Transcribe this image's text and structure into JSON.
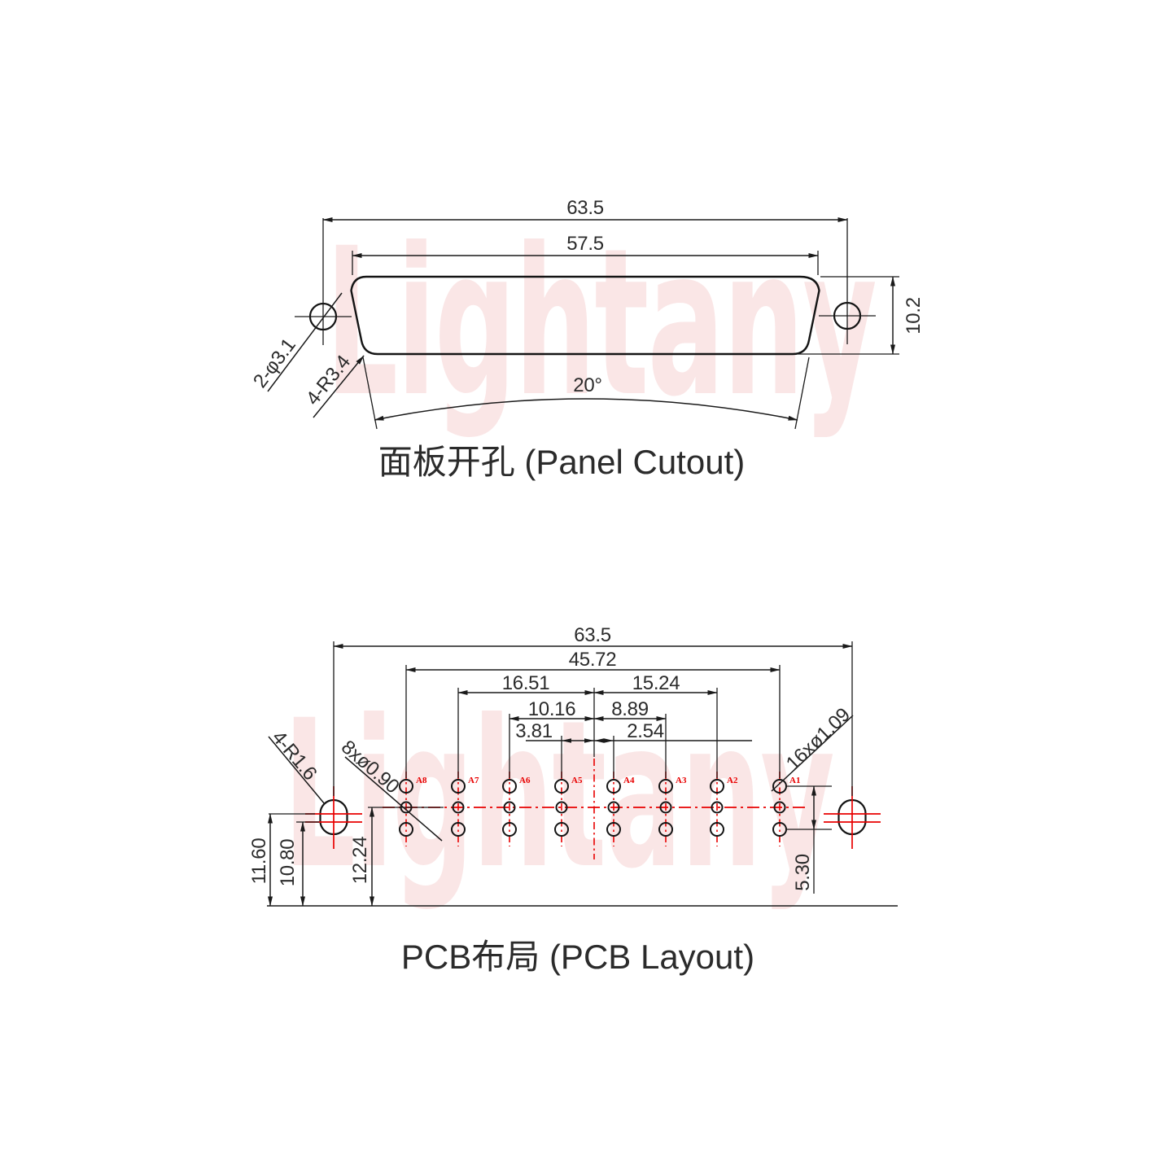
{
  "watermark": {
    "text": "Lightany"
  },
  "colors": {
    "line": "#1a1a1a",
    "accent_red": "#e80000",
    "text": "#2b2b2b",
    "watermark_pink": "rgba(222,84,84,0.15)"
  },
  "panel_cutout": {
    "title": "面板开孔 (Panel Cutout)",
    "dim_outer_width": "63.5",
    "dim_cutout_width": "57.5",
    "dim_height": "10.2",
    "dim_angle": "20°",
    "label_mount_holes": "2-φ3.1",
    "label_corner_radius": "4-R3.4"
  },
  "pcb_layout": {
    "title": "PCB布局 (PCB Layout)",
    "dim_mount_span": "63.5",
    "dim_pin_span": "45.72",
    "dim_a7_to_center": "16.51",
    "dim_center_to_a2": "15.24",
    "dim_a6_to_center": "10.16",
    "dim_center_to_a3": "8.89",
    "dim_a5_to_center": "3.81",
    "dim_center_to_a4": "2.54",
    "dim_mount_height": "11.60",
    "dim_mount_height_2": "10.80",
    "dim_axis_height": "12.24",
    "dim_shield_span": "5.30",
    "label_mount_slots": "4-R1.6",
    "label_signal_holes": "8xø0.90",
    "label_shield_holes": "16xø1.09",
    "pins": [
      {
        "label": "A8"
      },
      {
        "label": "A7"
      },
      {
        "label": "A6"
      },
      {
        "label": "A5"
      },
      {
        "label": "A4"
      },
      {
        "label": "A3"
      },
      {
        "label": "A2"
      },
      {
        "label": "A1"
      }
    ]
  }
}
